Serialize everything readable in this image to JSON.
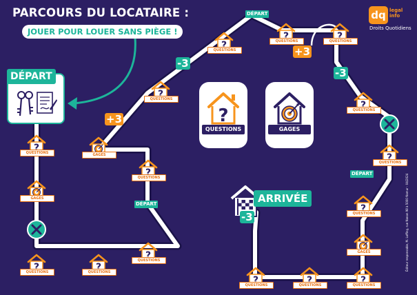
{
  "header": {
    "title": "PARCOURS DU LOCATAIRE :",
    "subtitle": "JOUER POUR LOUER SANS PIÈGE !"
  },
  "logo": {
    "mark": "dq",
    "top_text": "legal info",
    "sub_text": "Droits Quotidiens"
  },
  "side_note": "Éditeur responsable, M. Loffing, rue Nanon 98 à 5000 Namur - 04/2024",
  "start": {
    "label": "DÉPART",
    "icon": "keys-and-contract-icon"
  },
  "cards": {
    "questions": {
      "label": "QUESTIONS",
      "icon": "question-house-icon"
    },
    "gages": {
      "label": "GAGES",
      "icon": "target-house-icon"
    }
  },
  "finish": {
    "label": "ARRIVÉE",
    "icon": "checkered-flag-house-icon"
  },
  "cell_labels": {
    "questions": "QUESTIONS",
    "gages": "GAGES"
  },
  "markers": [
    {
      "text": "DÉPART"
    },
    {
      "text": "DÉPART"
    },
    {
      "text": "DÉPART"
    },
    {
      "text": "-3"
    },
    {
      "text": "+3"
    },
    {
      "text": "+3"
    },
    {
      "text": "-3"
    },
    {
      "text": "-3"
    }
  ],
  "colors": {
    "background": "#2c1f63",
    "teal": "#1db59a",
    "orange": "#f7941d",
    "path": "#ffffff"
  }
}
